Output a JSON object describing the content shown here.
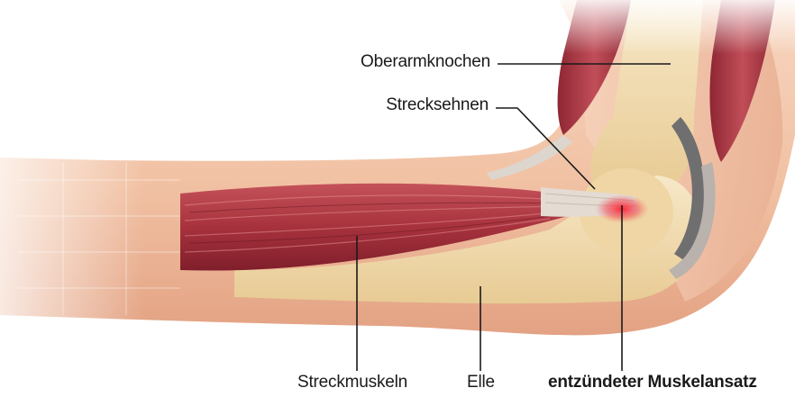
{
  "labels": {
    "humerus": "Oberarmknochen",
    "tendons": "Strecksehnen",
    "muscles": "Streckmuskeln",
    "ulna": "Elle",
    "inflamed": "entzündeter Muskelansatz"
  },
  "colors": {
    "skin": "#f3c8ac",
    "skin_shadow": "#e7a98a",
    "bone": "#f2ddb0",
    "muscle": "#b23a44",
    "muscle_dark": "#7e1e2a",
    "tendon": "#e6dcd2",
    "inflammation": "#e8232f",
    "leader": "#1a1a1a"
  }
}
